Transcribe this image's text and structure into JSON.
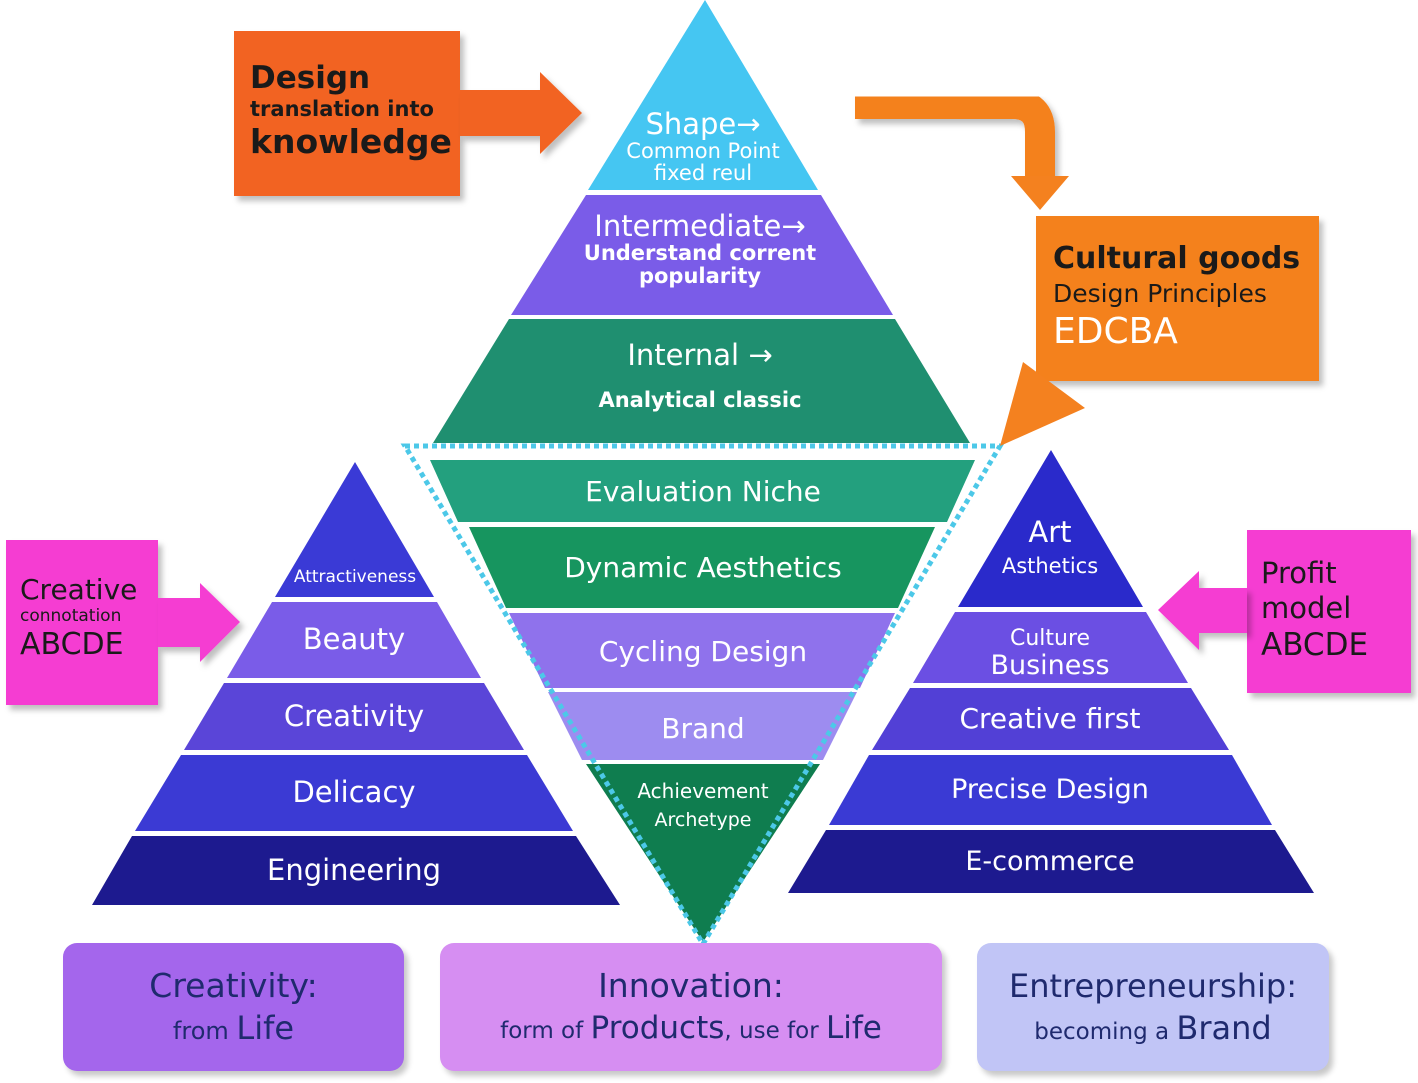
{
  "colors": {
    "orange_red": "#f26322",
    "orange": "#f4811f",
    "magenta": "#f53ed2",
    "light_blue": "#45c6f2",
    "violet": "#7a5ce8",
    "teal": "#1f8f70",
    "dotted_line": "#4cc8e8",
    "text_dark": "#1a1a1a",
    "text_navy": "#1f2a6e"
  },
  "top_left_box": {
    "line1": "Design",
    "line2": "translation into",
    "line3": "knowledge"
  },
  "top_right_box": {
    "line1": "Cultural goods",
    "line2": "Design Principles",
    "line3": "EDCBA"
  },
  "left_side_box": {
    "line1": "Creative",
    "line2": "connotation",
    "line3": "ABCDE"
  },
  "right_side_box": {
    "line1": "Profit",
    "line2": "model",
    "line3": "ABCDE"
  },
  "top_pyramid": {
    "tiers": [
      {
        "title": "Shape→",
        "line2": "Common Point",
        "line3": "fixed reul"
      },
      {
        "title": "Intermediate→",
        "line2": "Understand corrent",
        "line3": "popularity"
      },
      {
        "title": "Internal →",
        "line2": "Analytical classic"
      }
    ]
  },
  "inverted_pyramid": {
    "tiers": [
      {
        "label": "Evaluation Niche"
      },
      {
        "label": "Dynamic Aesthetics"
      },
      {
        "label": "Cycling Design"
      },
      {
        "label": "Brand"
      },
      {
        "label": "Achievement",
        "line2": "Archetype"
      }
    ]
  },
  "left_pyramid": {
    "tiers": [
      "Attractiveness",
      "Beauty",
      "Creativity",
      "Delicacy",
      "Engineering"
    ]
  },
  "right_pyramid": {
    "tiers": [
      {
        "label": "Art",
        "line2": "Asthetics"
      },
      {
        "label": "Culture",
        "line2": "Business"
      },
      {
        "label": "Creative first"
      },
      {
        "label": "Precise Design"
      },
      {
        "label": "E-commerce"
      }
    ]
  },
  "bottom_boxes": [
    {
      "line1": "Creativity:",
      "line2_small": "from ",
      "line2_big": "Life"
    },
    {
      "line1": "Innovation:",
      "line2_small": "form of ",
      "line2_big": "Products",
      "line2_small2": ", use for ",
      "line2_big2": "Life"
    },
    {
      "line1": "Entrepreneurship:",
      "line2_small": "becoming a ",
      "line2_big": "Brand"
    }
  ]
}
